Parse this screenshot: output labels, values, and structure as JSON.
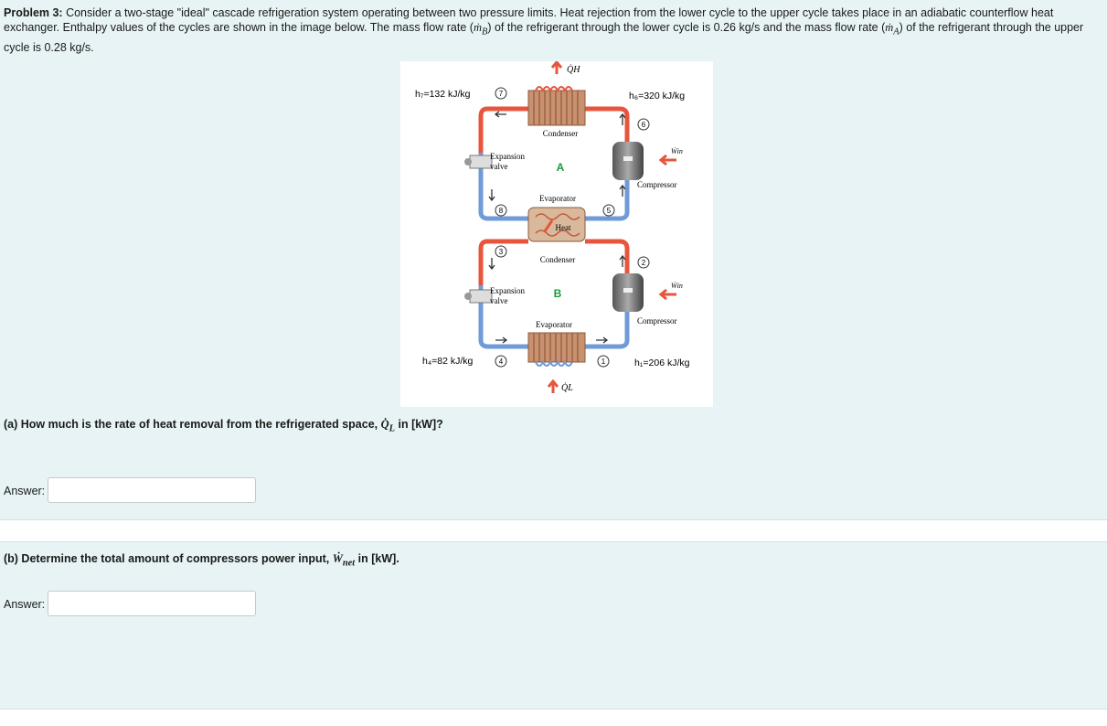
{
  "problem": {
    "label": "Problem 3:",
    "text_1": " Consider a two-stage \"ideal\" cascade refrigeration system operating between two pressure limits. Heat rejection from the lower cycle to the upper cycle takes place in an adiabatic counterflow heat exchanger. Enthalpy values of the cycles are shown in the image below. The mass flow rate (",
    "mdot_B": "ṁ",
    "sub_B": "B",
    "text_2": ") of the refrigerant through the lower cycle is 0.26 kg/s and the mass flow rate (",
    "mdot_A": "ṁ",
    "sub_A": "A",
    "text_3": ") of the refrigerant through the upper cycle is 0.28 kg/s."
  },
  "figure": {
    "h7": "h₇=132 kJ/kg",
    "h6": "h₆=320 kJ/kg",
    "h4": "h₄=82 kJ/kg",
    "h1": "h₁=206 kJ/kg",
    "QH": "Q̇H",
    "QL": "Q̇L",
    "condenser_top": "Condenser",
    "expansion_valve": "Expansion",
    "valve": "valve",
    "label_A": "A",
    "label_B": "B",
    "evaporator_top": "Evaporator",
    "heat": "Heat",
    "condenser_mid": "Condenser",
    "evaporator_bottom": "Evaporator",
    "compressor": "Compressor",
    "win": "Ẇin",
    "state_1": "1",
    "state_2": "2",
    "state_3": "3",
    "state_4": "4",
    "state_5": "5",
    "state_6": "6",
    "state_7": "7",
    "state_8": "8",
    "colors": {
      "hot": "#e8553d",
      "cold": "#6f9bd8",
      "arrow_red": "#e8553d"
    }
  },
  "part_a": {
    "text": "(a) How much is the rate of heat removal from the refrigerated space, ",
    "symbol": "Q̇",
    "sub": "L",
    "text_end": " in [kW]?",
    "answer_label": "Answer:",
    "answer_value": ""
  },
  "part_b": {
    "text": "(b) Determine the total amount of compressors power input, ",
    "symbol": "Ẇ",
    "sub": "net",
    "text_end": " in [kW].",
    "answer_label": "Answer:",
    "answer_value": ""
  }
}
